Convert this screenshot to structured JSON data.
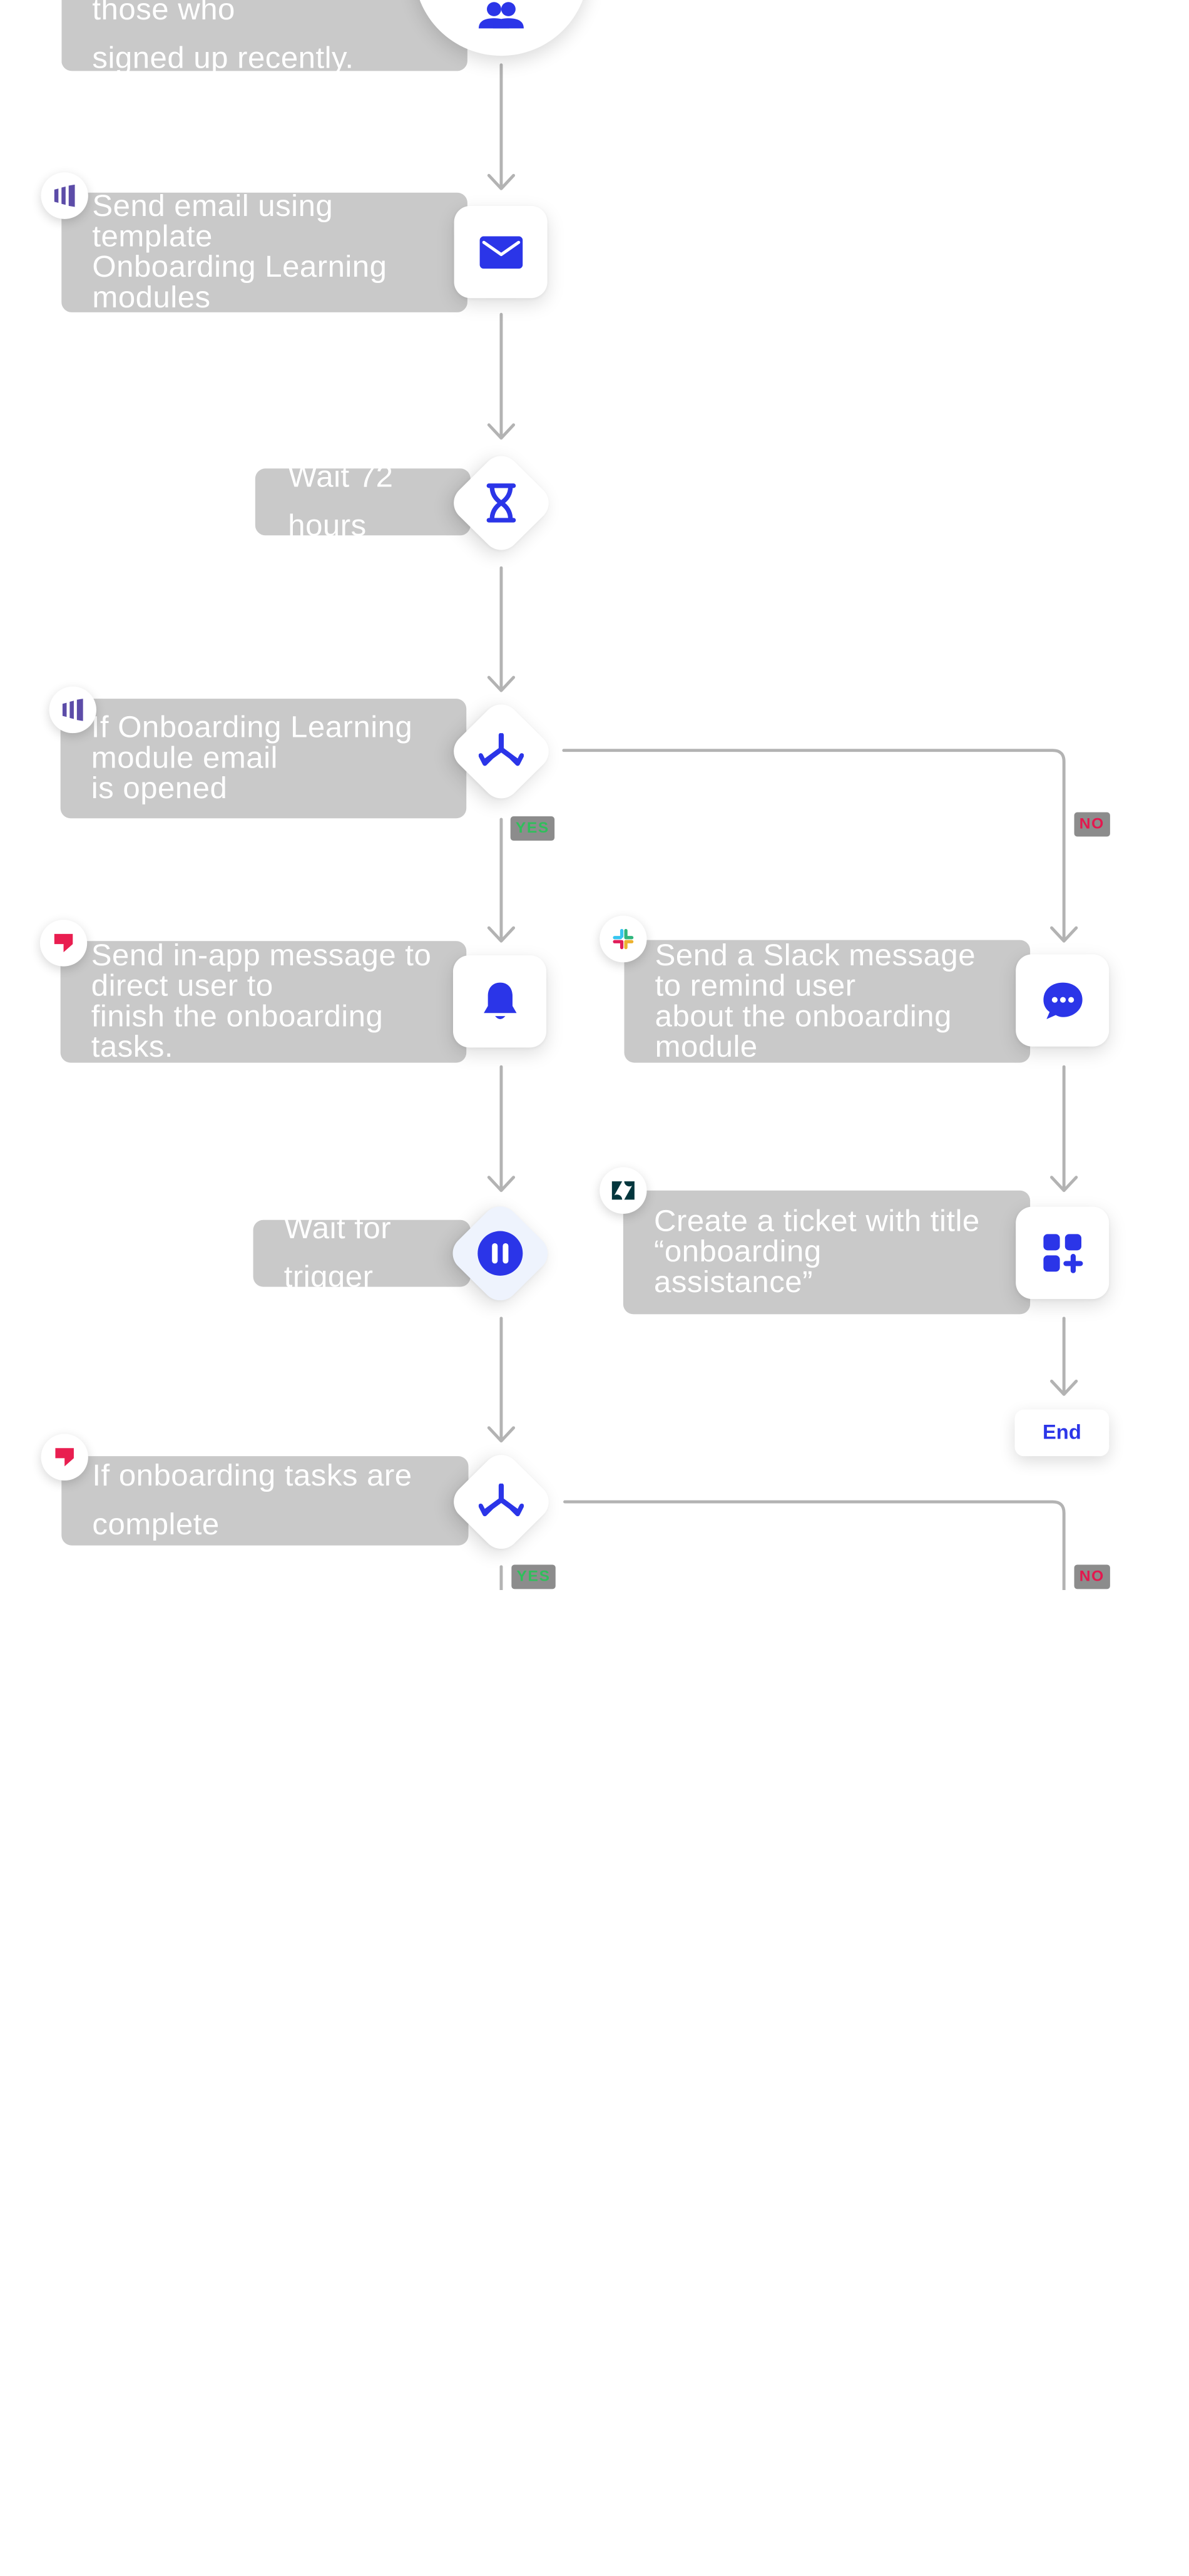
{
  "colors": {
    "card_bg": "#c9c9c9",
    "card_text": "#ffffff",
    "wire": "#b3b3b3",
    "icon_blue": "#2b35e8",
    "yes_green": "#2fbf5b",
    "no_red": "#e4174e",
    "label_bg": "#8c8c8c"
  },
  "steps": {
    "trigger": {
      "text_1": "onboarding module or those who",
      "text_2": "signed up recently.",
      "icon": "users-icon"
    },
    "send_email": {
      "text_1": "Send email using template",
      "text_2": "Onboarding Learning modules",
      "icon": "envelope-icon",
      "badge": "marketo-logo"
    },
    "wait_72": {
      "text": "Wait 72 hours",
      "icon": "hourglass-icon"
    },
    "if_opened": {
      "text_1": "If Onboarding Learning module email",
      "text_2": "is opened",
      "icon": "branch-icon",
      "badge": "marketo-logo"
    },
    "in_app": {
      "text_1": "Send in-app message to direct user to",
      "text_2": "finish the onboarding tasks.",
      "icon": "bell-icon",
      "badge": "pendo-logo"
    },
    "slack": {
      "text_1": "Send a Slack message to remind user",
      "text_2": "about the onboarding module",
      "icon": "chat-bubble-icon",
      "badge": "slack-logo"
    },
    "wait_trigger": {
      "text": "Wait for trigger",
      "icon": "pause-icon"
    },
    "ticket": {
      "text_1": "Create a ticket with title “onboarding",
      "text_2": "assistance”",
      "icon": "grid-plus-icon",
      "badge": "zendesk-logo"
    },
    "end": {
      "label": "End"
    },
    "if_complete": {
      "text": "If onboarding tasks are complete",
      "icon": "branch-icon",
      "badge": "pendo-logo"
    }
  },
  "branch_labels": {
    "yes_1": "YES",
    "no_1": "NO",
    "yes_2": "YES",
    "no_2": "NO"
  }
}
